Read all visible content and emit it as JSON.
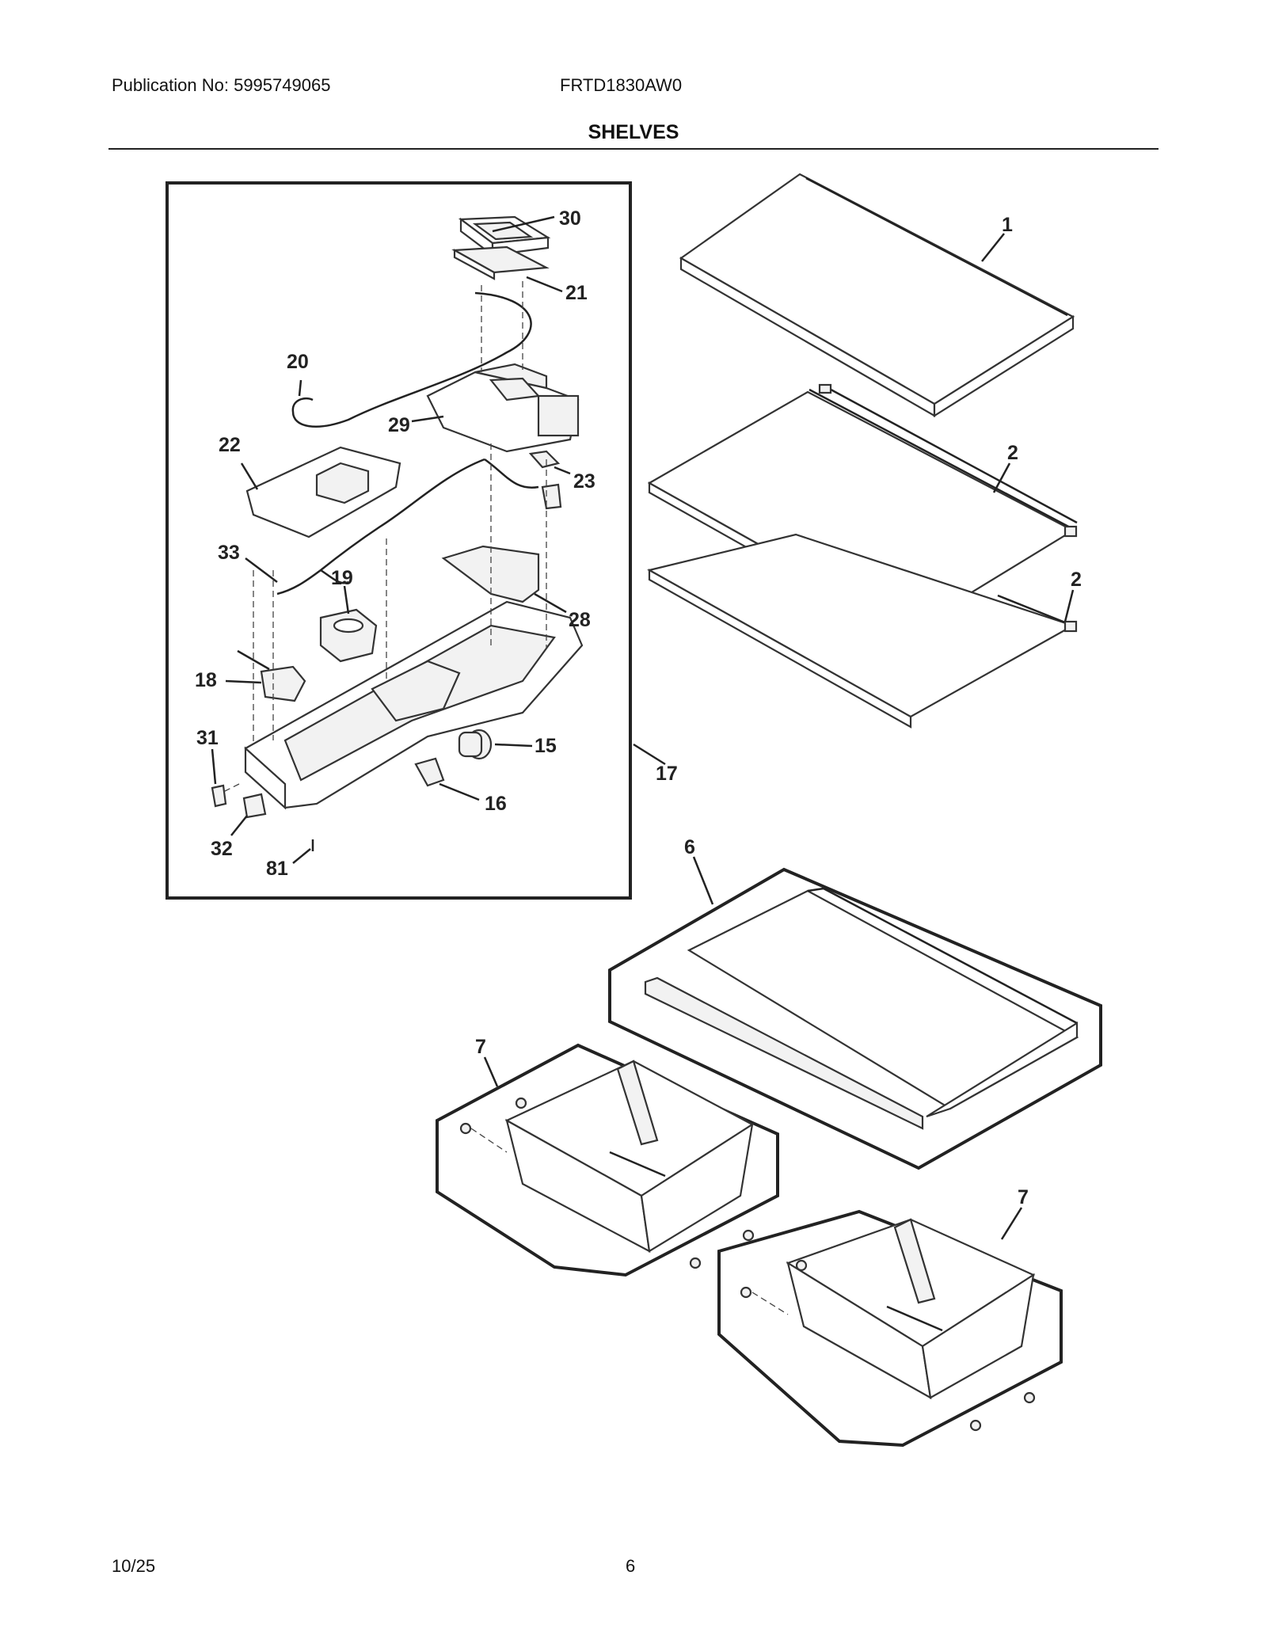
{
  "header": {
    "publication": "Publication No: 5995749065",
    "model": "FRTD1830AW0",
    "title": "SHELVES"
  },
  "footer": {
    "date": "10/25",
    "page": "6"
  },
  "callouts": {
    "c30": "30",
    "c21": "21",
    "c20": "20",
    "c29": "29",
    "c22": "22",
    "c23": "23",
    "c33": "33",
    "c19": "19",
    "c28": "28",
    "c18": "18",
    "c31": "31",
    "c15": "15",
    "c16": "16",
    "c32": "32",
    "c81": "81",
    "c17": "17",
    "c1": "1",
    "c2a": "2",
    "c2b": "2",
    "c6": "6",
    "c7a": "7",
    "c7b": "7"
  }
}
